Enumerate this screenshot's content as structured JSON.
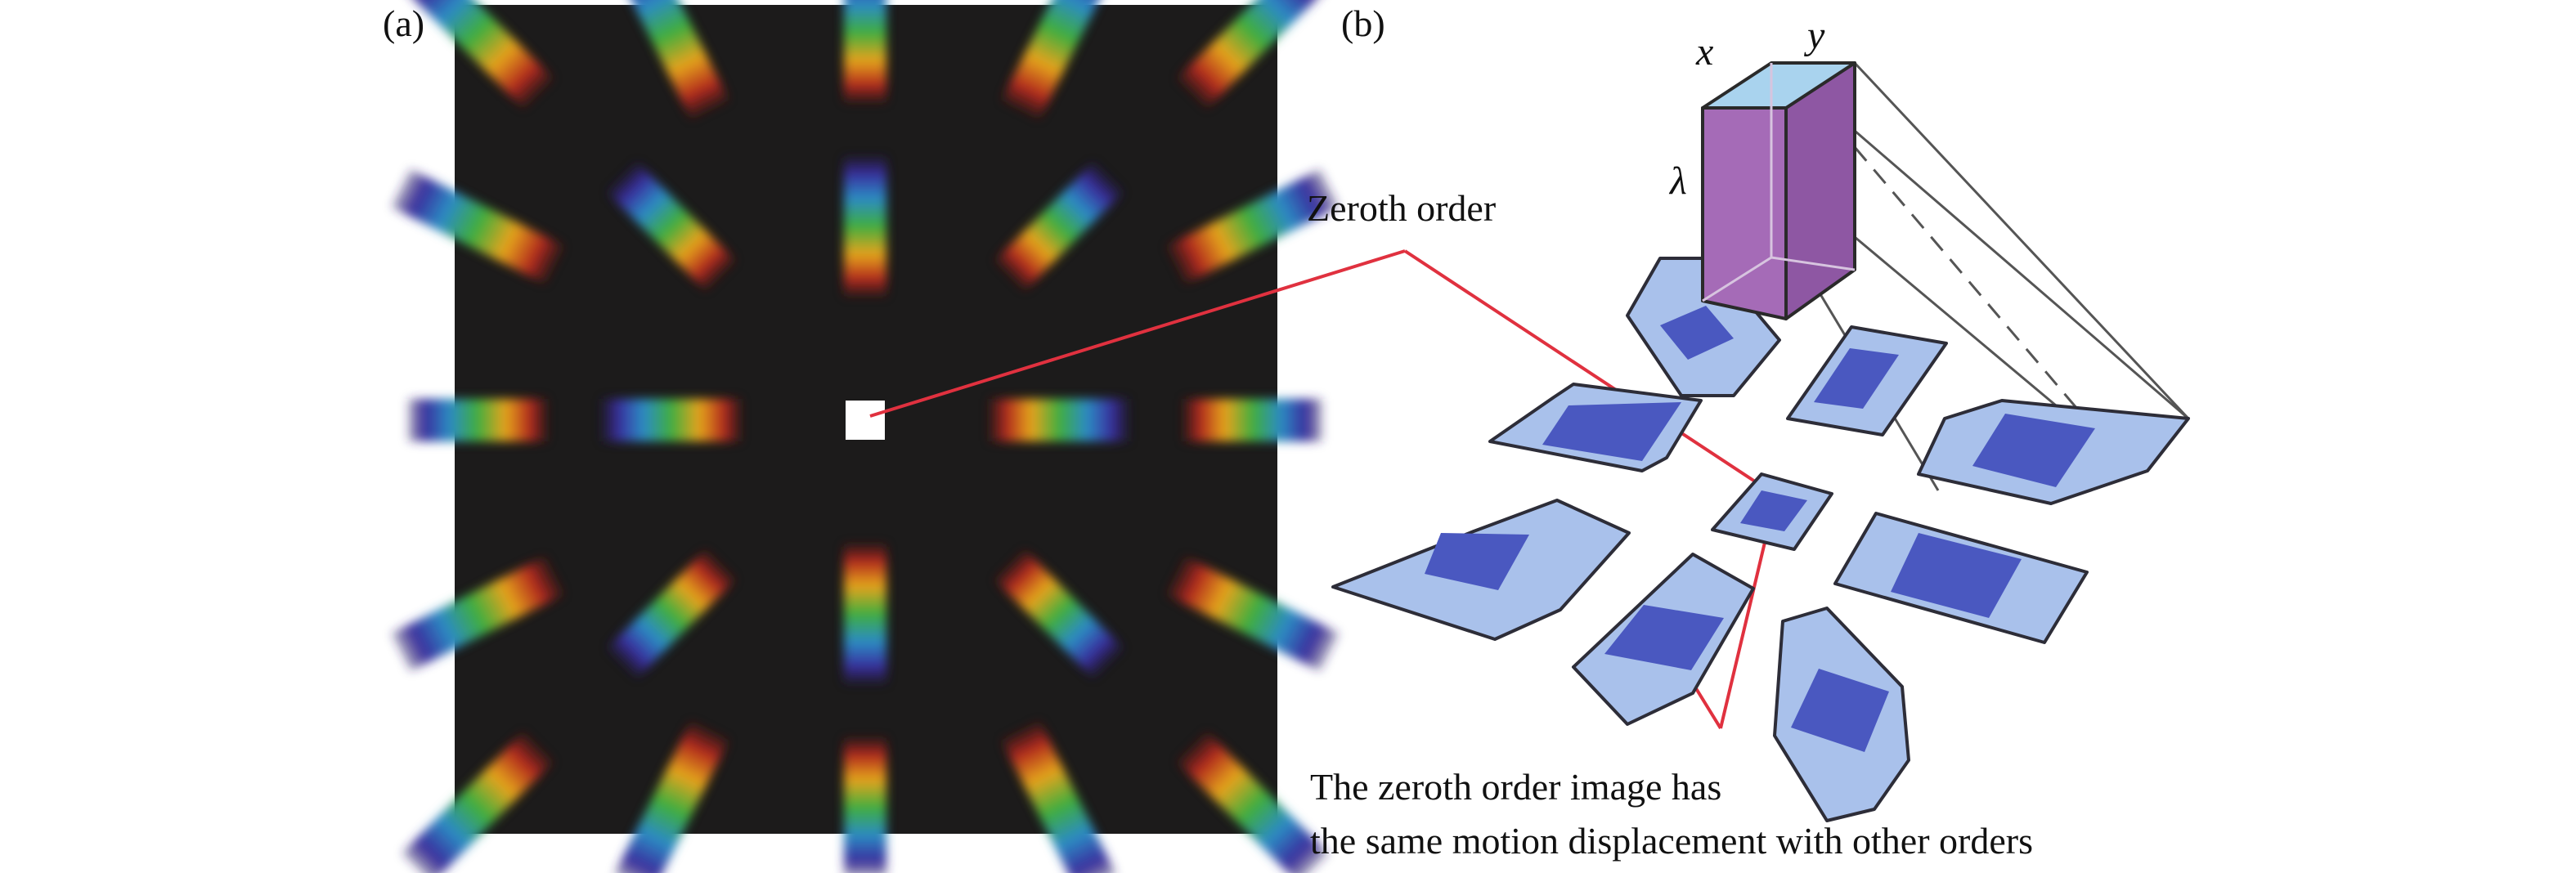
{
  "figure": {
    "panel_a_label": "(a)",
    "panel_b_label": "(b)",
    "zeroth_order_label": "Zeroth order",
    "note_line1": "The zeroth order image has",
    "note_line2": "the same motion displacement with other orders",
    "axis_x": "x",
    "axis_y": "y",
    "axis_lambda": "λ"
  },
  "colors": {
    "panel_a_background": "#1c1b1b",
    "zeroth_spot": "#ffffff",
    "leader_line": "#e0313f",
    "order_fill": "#a9c1eb",
    "order_core": "#4a58c0",
    "order_edge": "#2d2d38",
    "cube_fill": "#a56bb7",
    "cube_top": "#a9d3ee"
  }
}
